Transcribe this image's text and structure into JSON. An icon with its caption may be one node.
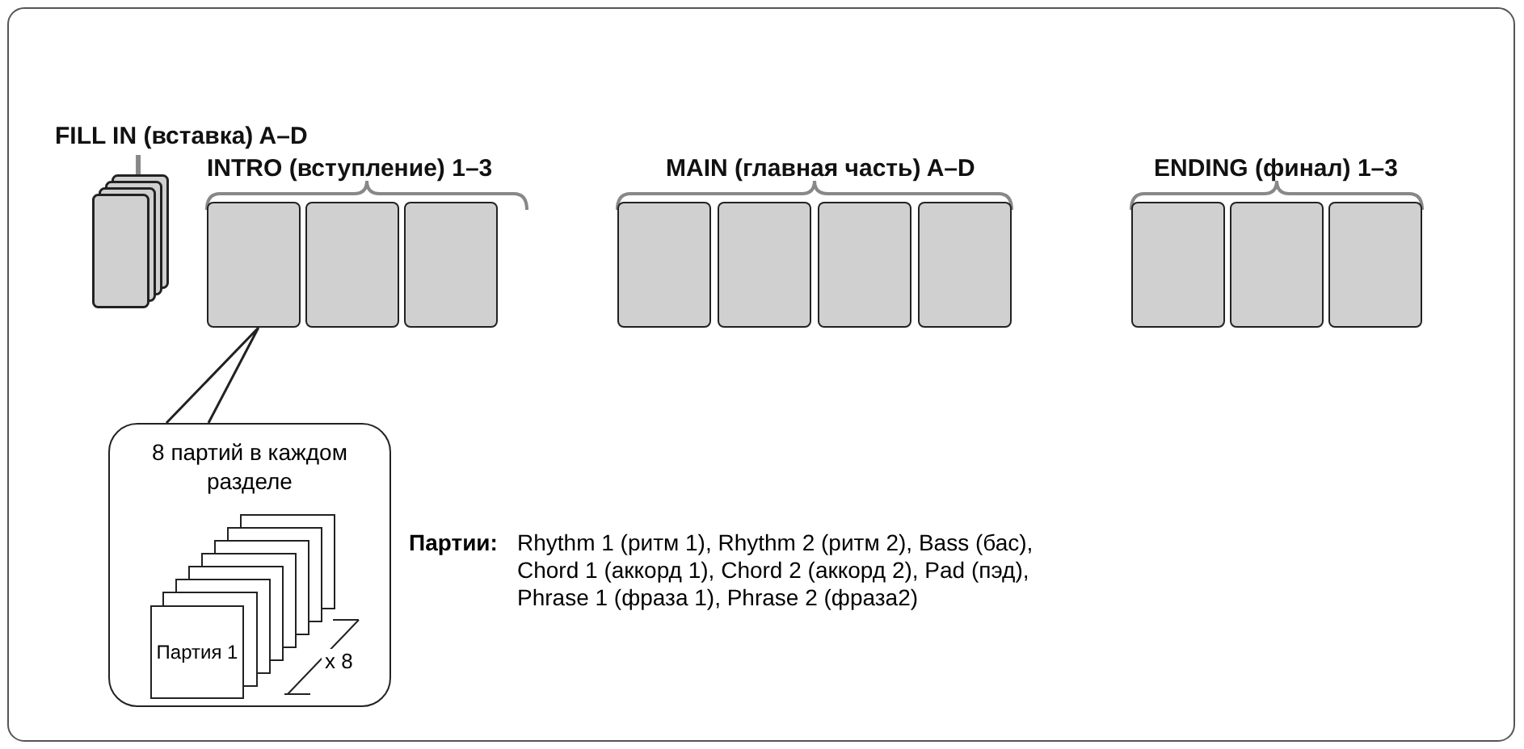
{
  "diagram": {
    "nodes": [
      {
        "text": [
          "FILL IN (вставка) A–D"
        ]
      },
      {
        "text": [],
        "shape": "box"
      },
      {
        "text": [],
        "shape": "box"
      },
      {
        "text": [],
        "shape": "box"
      },
      {
        "text": [],
        "shape": "box"
      },
      {
        "text": [],
        "shape": "box"
      },
      {
        "text": [],
        "shape": "box"
      },
      {
        "text": [],
        "shape": "box"
      },
      {
        "text": [],
        "shape": "box"
      },
      {
        "text": [],
        "shape": "box"
      },
      {
        "text": [],
        "shape": "box"
      },
      {
        "text": [],
        "shape": "box"
      },
      {
        "text": [
          "8 партий в каждом разделе"
        ]
      },
      {
        "text": [
          "Партия 1"
        ],
        "in": 12
      }
    ],
    "edges": [
      {
        "from": 0,
        "to": 1,
        "arrow": "none",
        "style": "thick",
        "color": "#888888"
      },
      {
        "from": 12,
        "to": 2,
        "arrow": "none",
        "color": "#222222"
      }
    ],
    "labels": [
      "INTRO (вступление) 1–3",
      "MAIN (главная часть) A–D",
      "ENDING (финал) 1–3",
      "x 8",
      "Партии:",
      "Rhythm 1 (ритм 1), Rhythm 2 (ритм 2), Bass (бас), Chord 1 (аккорд 1), Chord 2 (аккорд 2), Pad (пэд), Phrase 1 (фраза 1), Phrase 2 (фраза2)"
    ]
  }
}
